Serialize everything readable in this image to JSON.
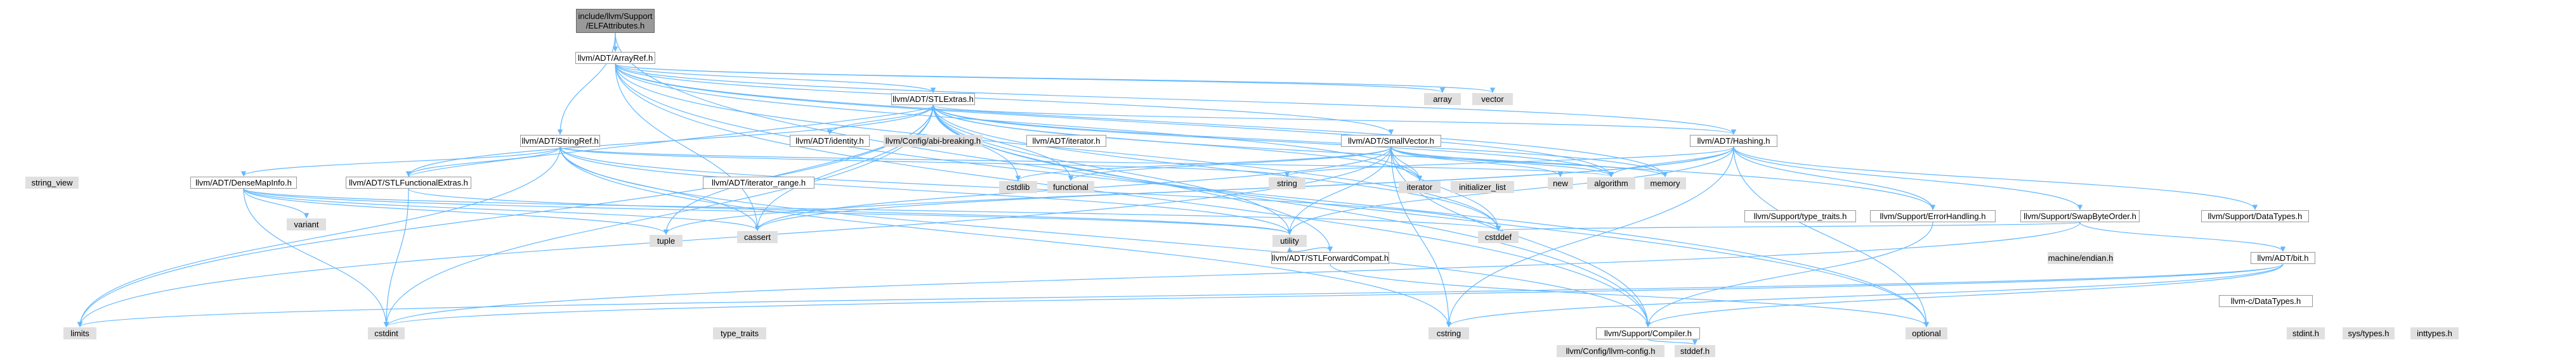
{
  "root": {
    "line1": "include/llvm/Support",
    "line2": "/ELFAttributes.h"
  },
  "nodes": {
    "arrayref": "llvm/ADT/ArrayRef.h",
    "stringref": "llvm/ADT/StringRef.h",
    "stlextras": "llvm/ADT/STLExtras.h",
    "array": "array",
    "vector": "vector",
    "identity": "llvm/ADT/identity.h",
    "abi_breaking": "llvm/Config/abi-breaking.h",
    "adt_iterator": "llvm/ADT/iterator.h",
    "smallvector": "llvm/ADT/SmallVector.h",
    "hashing": "llvm/ADT/Hashing.h",
    "string_view": "string_view",
    "densemapinfo": "llvm/ADT/DenseMapInfo.h",
    "stlfunctional": "llvm/ADT/STLFunctionalExtras.h",
    "iterator_range": "llvm/ADT/iterator_range.h",
    "cstdlib": "cstdlib",
    "functional": "functional",
    "string": "string",
    "iterator": "iterator",
    "initializer_list": "initializer_list",
    "new": "new",
    "algorithm": "algorithm",
    "memory": "memory",
    "type_traits_h": "llvm/Support/type_traits.h",
    "errorhandling": "llvm/Support/ErrorHandling.h",
    "swapbyteorder": "llvm/Support/SwapByteOrder.h",
    "datatypes": "llvm/Support/DataTypes.h",
    "variant": "variant",
    "tuple": "tuple",
    "cassert": "cassert",
    "utility": "utility",
    "cstddef": "cstddef",
    "stlforward": "llvm/ADT/STLForwardCompat.h",
    "bit": "llvm/ADT/bit.h",
    "machine_endian": "machine/endian.h",
    "c_datatypes": "llvm-c/DataTypes.h",
    "limits": "limits",
    "cstdint": "cstdint",
    "type_traits": "type_traits",
    "cstring": "cstring",
    "compiler": "llvm/Support/Compiler.h",
    "optional": "optional",
    "stdint": "stdint.h",
    "sys_types": "sys/types.h",
    "inttypes": "inttypes.h",
    "llvm_config": "llvm/Config/llvm-config.h",
    "stddef": "stddef.h"
  },
  "colors": {
    "edge": "#63b8ff",
    "node_border": "#999999",
    "system_fill": "#e0e0e0",
    "root_fill": "#999999"
  }
}
